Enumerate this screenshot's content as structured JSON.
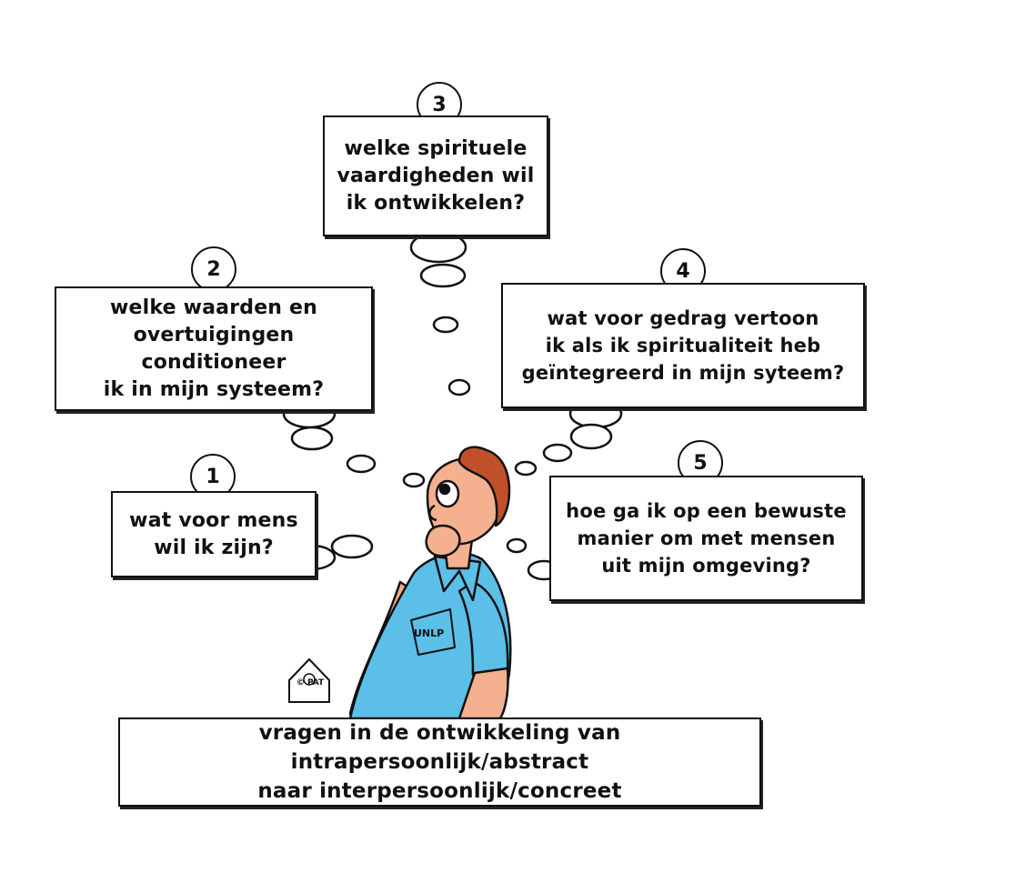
{
  "questions": [
    {
      "number": "1",
      "text": "wat voor mens\nwil ik zijn?"
    },
    {
      "number": "2",
      "text": "welke waarden en\novertuigingen conditioneer\nik in mijn systeem?"
    },
    {
      "number": "3",
      "text": "welke spirituele\nvaardigheden wil\nik ontwikkelen?"
    },
    {
      "number": "4",
      "text": "wat voor gedrag vertoon\nik als ik spiritualiteit heb\ngeïntegreerd in mijn syteem?"
    },
    {
      "number": "5",
      "text": "hoe ga ik op een bewuste\nmanier om met mensen\nuit mijn omgeving?"
    }
  ],
  "caption": "vragen in de ontwikkeling van intrapersoonlijk/abstract\nnaar interpersoonlijk/concreet",
  "shirt_text": "UNLP",
  "signature": "© PAT",
  "colors": {
    "shirt": "#5bbfe8",
    "hair": "#c1502a",
    "skin": "#f4b08f",
    "line": "#111111"
  }
}
